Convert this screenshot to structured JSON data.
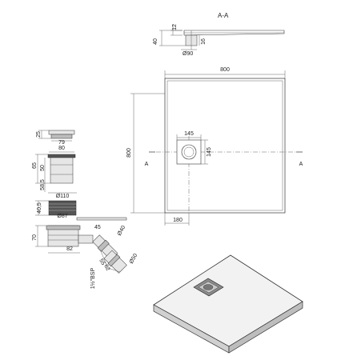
{
  "section": {
    "title": "A-A",
    "dims": {
      "top": "12",
      "height": "40",
      "drain": "Ø90",
      "depth": "16"
    }
  },
  "plan": {
    "width": "800",
    "height": "800",
    "drain_width": "145",
    "drain_height": "145",
    "offset": "180",
    "section_mark_left": "A",
    "section_mark_right": "A"
  },
  "siphon": {
    "cap_h": "25",
    "cap_w": "79",
    "grate_w": "80",
    "body_h": "65",
    "inner_h": "50",
    "total_h": "58,5",
    "flange_d": "Ø110",
    "nut_h": "40,5",
    "thread_d": "Ø87",
    "trap_h": "70",
    "angle": "45",
    "outlet_d": "Ø40",
    "trap_len": "82",
    "elbow_a": "55",
    "elbow_b": "62",
    "outlet_big": "Ø50",
    "thread_spec": "1½\"BSP"
  },
  "colors": {
    "line": "#333333",
    "tray_top": "#f2f2f2",
    "tray_edge": "#d0d0d0"
  }
}
